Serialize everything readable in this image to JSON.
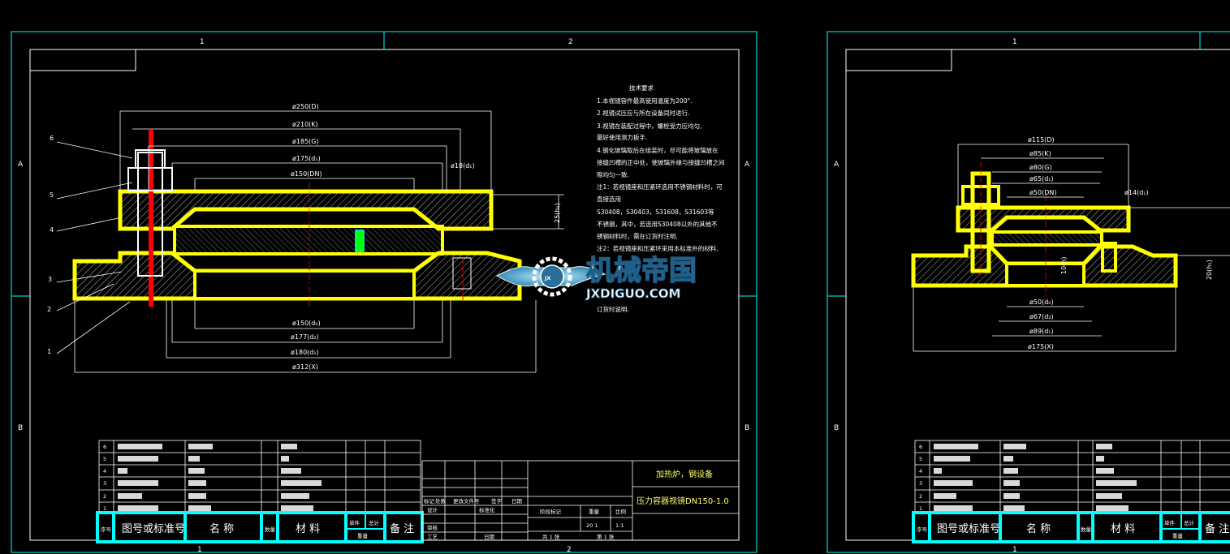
{
  "colors": {
    "background": "#000000",
    "frame": "#00ffff",
    "outline": "#ffffff",
    "part": "#ffff00",
    "bolt": "#ff0000",
    "gasket": "#00ff00",
    "grid": "#00ffff"
  },
  "grid": {
    "col1": "1",
    "col2": "2",
    "rowA": "A",
    "rowB": "B"
  },
  "left_drawing": {
    "top_dims": [
      "ø250(D)",
      "ø210(K)",
      "ø185(G)",
      "ø175(d₁)",
      "ø150(DN)"
    ],
    "side_dims": [
      "ø18(d₁)",
      "25(h₁)"
    ],
    "bottom_dims": [
      "ø150(d₀)",
      "ø177(d₂)",
      "ø180(d₁)",
      "ø312(X)"
    ],
    "balloons": [
      "6",
      "5",
      "4",
      "3",
      "2",
      "1"
    ]
  },
  "right_drawing": {
    "top_dims": [
      "ø115(D)",
      "ø85(K)",
      "ø80(G)",
      "ø65(d₁)",
      "ø50(DN)"
    ],
    "side_dims": [
      "ø14(d₁)",
      "10(h)",
      "20(h₁)"
    ],
    "bottom_dims": [
      "ø50(d₀)",
      "ø67(d₂)",
      "ø89(d₁)",
      "ø175(X)"
    ]
  },
  "notes": {
    "title": "技术要求",
    "lines": [
      "1.本视镜容件最高使用温度为200°.",
      "2.视镜试压应与所在设备同时进行.",
      "3.视镜在装配过程中，螺栓受力应均匀,",
      "最好使用测力扳手.",
      "4.钢化玻璃取后在组装时，尽可能将玻璃放在",
      "接缝凹槽的正中处，使玻璃外缘与接缝凹槽之间",
      "隙均匀一致.",
      "注1：若视镜座和压紧环选用不锈钢材料时，可",
      "直接选用",
      "S30408，S30403，S31608，S31603等",
      "不锈钢，其中，若选用S30408以外的其他不",
      "锈钢材料时，需在订货时注明.",
      "注2：若视镜座和压紧环采用本标准外的材料,",
      "",
      "",
      "订货时说明."
    ]
  },
  "bom_header": {
    "seq": "序号",
    "code": "图号或标准号",
    "name": "名  称",
    "qty": "数量",
    "material": "材  料",
    "unit": "单件",
    "total": "总计",
    "weight": "重量",
    "remark": "备 注"
  },
  "bom_rows": [
    "6",
    "5",
    "4",
    "3",
    "2",
    "1"
  ],
  "title_block": {
    "company": "加热炉，钢设备",
    "title": "压力容器视镜DN150-1.0",
    "labels": [
      "标记",
      "处数",
      "更改文件号",
      "签字",
      "日期",
      "设计",
      "标准化",
      "审核",
      "工艺",
      "日期",
      "阶段标记",
      "重量",
      "比例"
    ],
    "scale": "1:1",
    "weight": "20 1",
    "sheet": "共 1 张",
    "sheet_no": "第 1 张"
  },
  "watermark": {
    "cn": "机械帝国",
    "en": "JXDIGUO.COM",
    "logo": "JX"
  }
}
